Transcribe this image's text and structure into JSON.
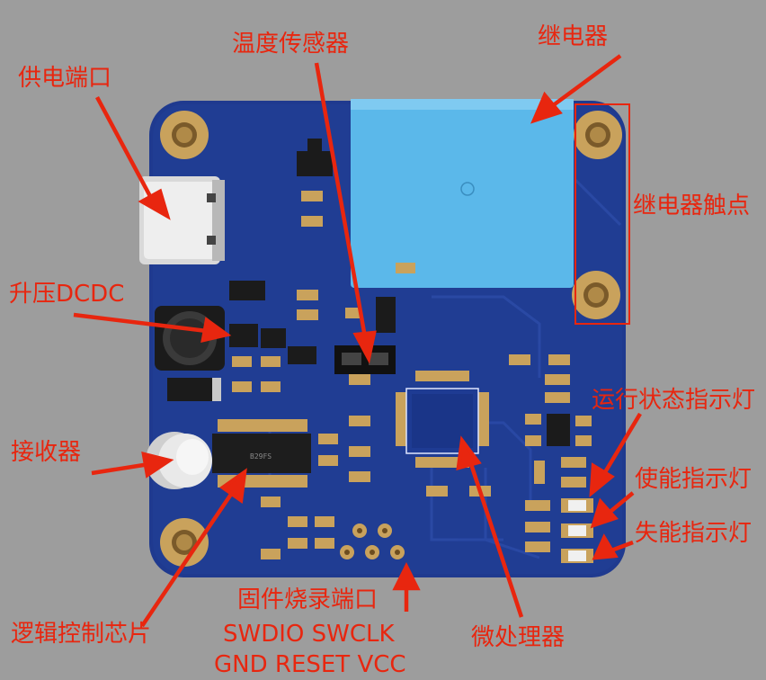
{
  "labels": {
    "power_port": "供电端口",
    "temp_sensor": "温度传感器",
    "relay": "继电器",
    "relay_contacts": "继电器触点",
    "boost_dcdc": "升压DCDC",
    "receiver": "接收器",
    "status_led": "运行状态指示灯",
    "enable_led": "使能指示灯",
    "disable_led": "失能指示灯",
    "logic_chip": "逻辑控制芯片",
    "firmware_port": "固件烧录端口",
    "swd_pins_row1": "SWDIO SWCLK",
    "swd_pins_row2": "GND RESET VCC",
    "mcu": "微处理器"
  },
  "chip_marking": "B29FS",
  "colors": {
    "background": "#9d9d9d",
    "pcb": "#1f3a8f",
    "annotation": "#e8260f",
    "relay_body": "#5bb8ea",
    "pad_gold": "#c9a25c"
  }
}
